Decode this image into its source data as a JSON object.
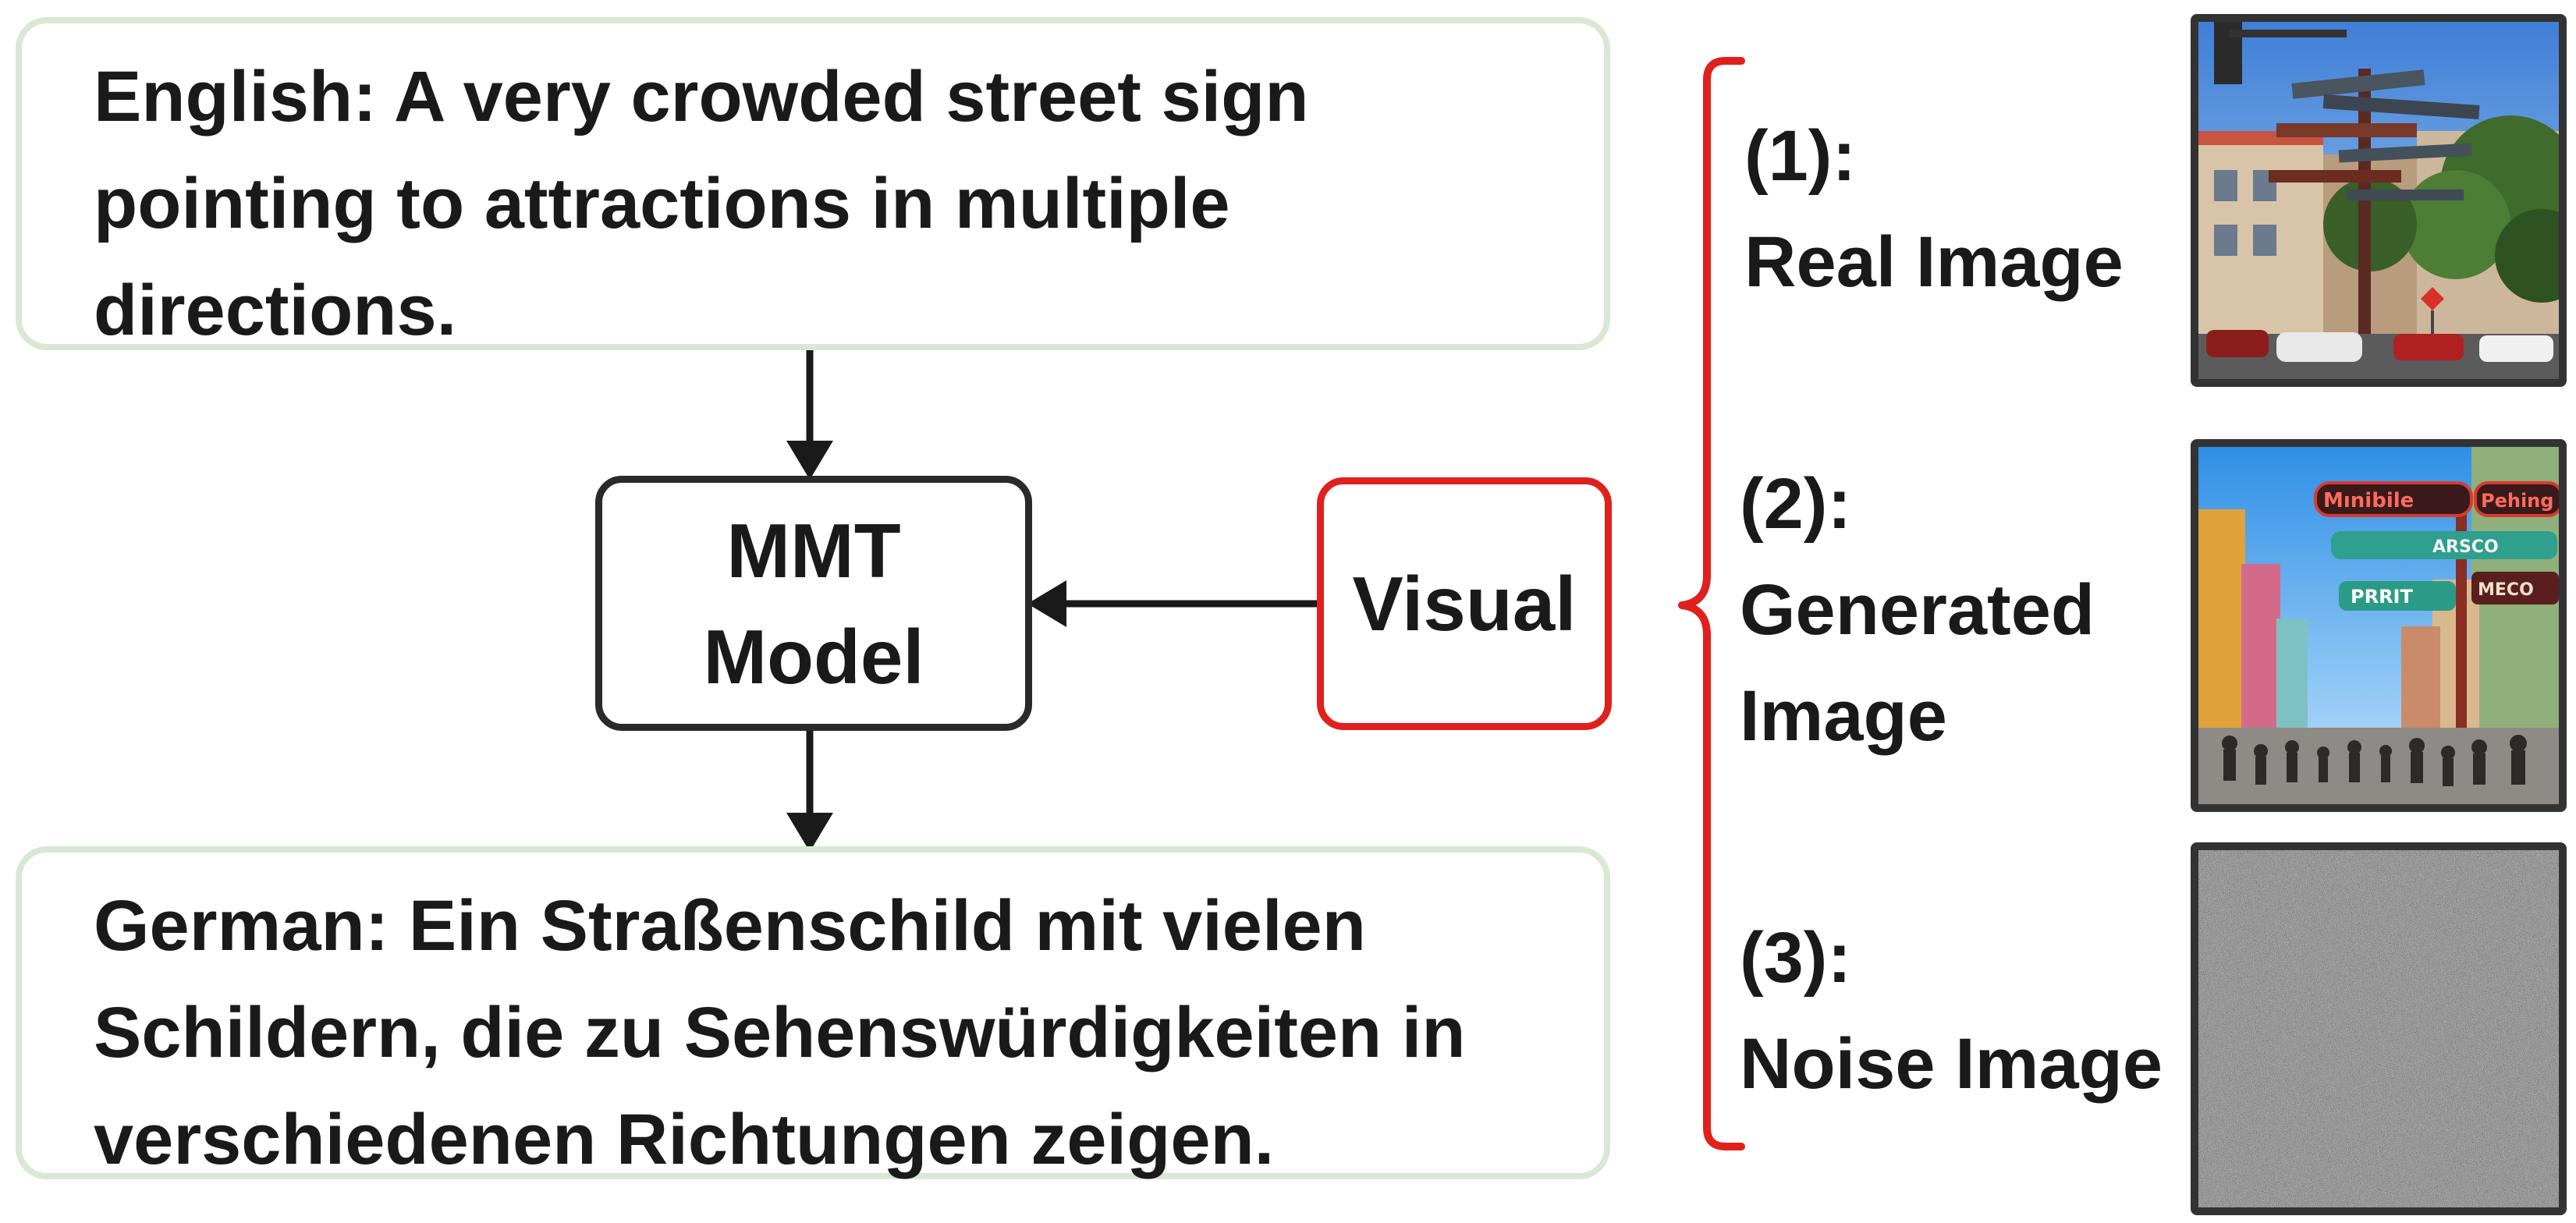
{
  "source_box": {
    "text": "English: A very crowded street sign pointing to attractions in multiple directions."
  },
  "model_box": {
    "line1": "MMT",
    "line2": "Model"
  },
  "visual_box": {
    "text": "Visual"
  },
  "target_box": {
    "text": "German: Ein Straßenschild mit vielen Schildern, die zu Sehenswürdigkeiten in verschiedenen Richtungen zeigen."
  },
  "options": [
    {
      "number": "(1):",
      "line1": "Real Image",
      "line2": ""
    },
    {
      "number": "(2):",
      "line1": "Generated",
      "line2": "Image"
    },
    {
      "number": "(3):",
      "line1": "Noise Image",
      "line2": ""
    }
  ],
  "generated_sign_texts": [
    "Mınibile",
    "Pehing",
    "ARSCO",
    "PRRIT",
    "MECO"
  ],
  "colors": {
    "text_box_border": "#d8e8d4",
    "node_border": "#2a2a2a",
    "visual_border": "#e0201c",
    "brace": "#e0201c",
    "arrow": "#1a1a1a"
  }
}
